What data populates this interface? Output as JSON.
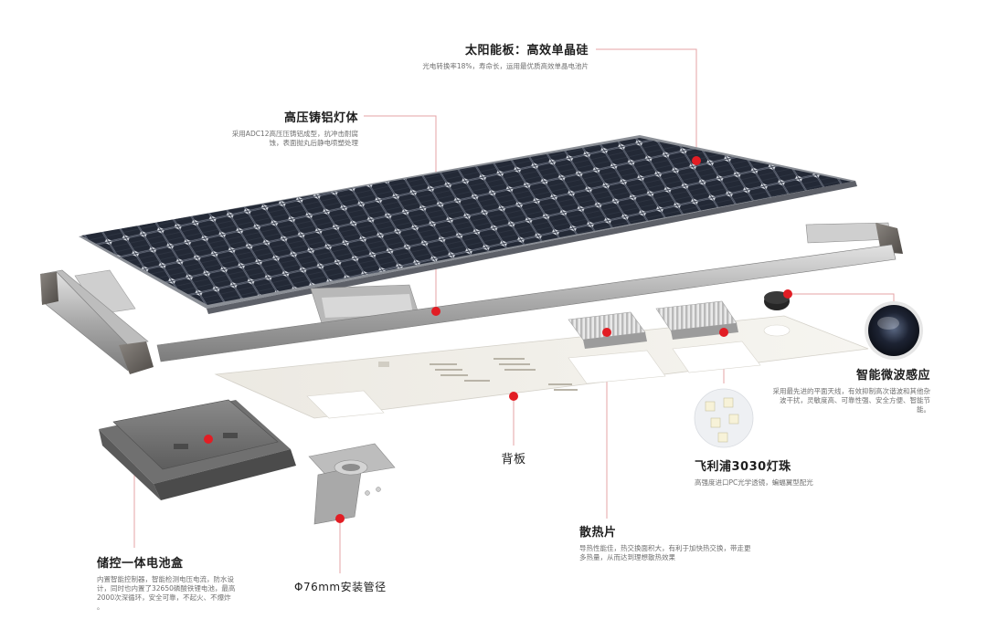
{
  "accent_color": "#e21d24",
  "callouts": {
    "solar_panel": {
      "title": "太阳能板：高效单晶硅",
      "desc": "光电转换率18%，寿命长，运用最优质高效单晶电池片"
    },
    "cast_body": {
      "title": "高压铸铝灯体",
      "desc": "采用ADC12高压压铸铝成型，抗冲击耐腐蚀，表面抛丸后静电喷塑处理"
    },
    "microwave_sensor": {
      "title": "智能微波感应",
      "desc": "采用最先进的平面天线，有效抑制高次谐波和其他杂波干扰，灵敏度高、可靠性强、安全方便、智能节能。"
    },
    "back_plate": {
      "title": "背板"
    },
    "led_chip": {
      "title": "飞利浦3030灯珠",
      "desc": "高强度进口PC光学透镜，蝙蝠翼型配光"
    },
    "heat_sink": {
      "title": "散热片",
      "desc": "导热性能佳，热交换面积大，有利于加快热交换，带走更多热量，从而达到理想散热效果"
    },
    "battery_box": {
      "title": "储控一体电池盒",
      "desc": "内置智能控制器，智能检测电压电流，防水设计，同时也内置了32650磷酸铁锂电池，最高2000次深循环，安全可靠，不起火、不爆炸 。"
    },
    "mount_pipe": {
      "title": "Φ76mm安装管径"
    }
  }
}
